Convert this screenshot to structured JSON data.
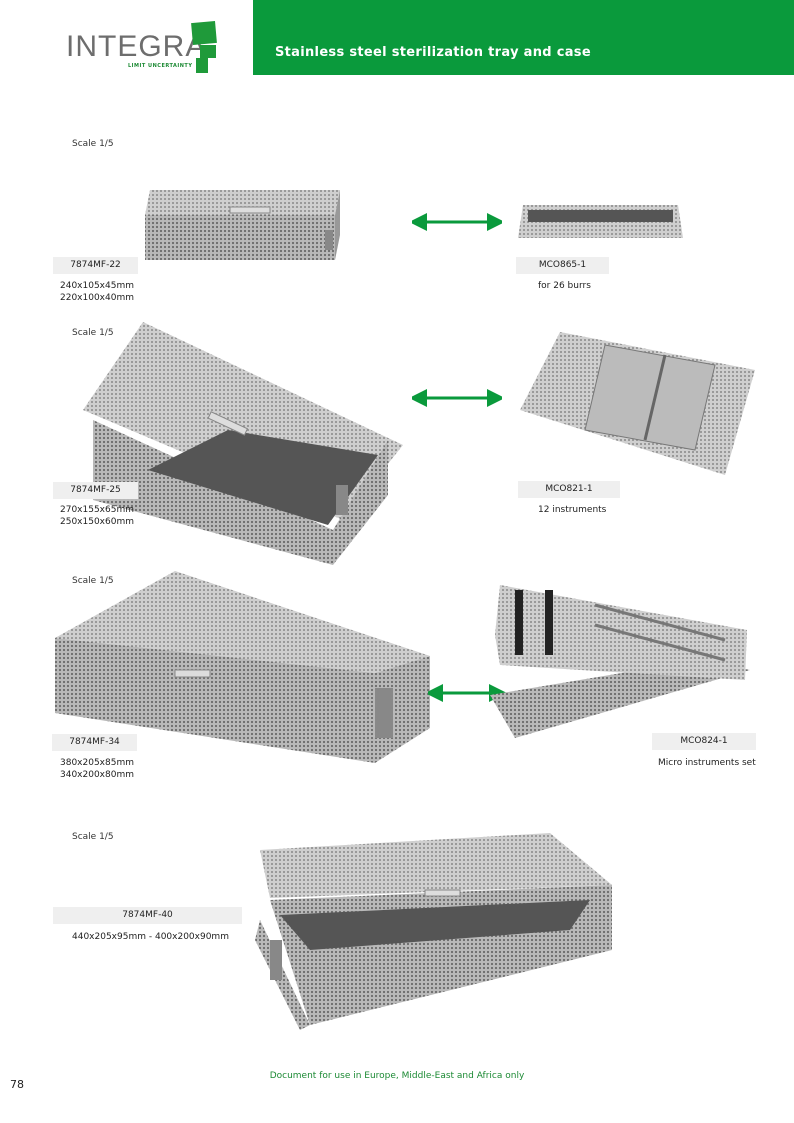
{
  "header": {
    "title": "Stainless steel sterilization tray and case"
  },
  "logo": {
    "name": "INTEGRA",
    "tagline": "LIMIT UNCERTAINTY"
  },
  "products": [
    {
      "scale": "Scale 1/5",
      "code": "7874MF-22",
      "dims": [
        "240x105x45mm",
        "220x100x40mm"
      ],
      "accessory_code": "MCO865-1",
      "accessory_desc": "for 26 burrs"
    },
    {
      "scale": "Scale 1/5",
      "code": "7874MF-25",
      "dims": [
        "270x155x65mm",
        "250x150x60mm"
      ],
      "accessory_code": "MCO821-1",
      "accessory_desc": "12 instruments"
    },
    {
      "scale": "Scale 1/5",
      "code": "7874MF-34",
      "dims": [
        "380x205x85mm",
        "340x200x80mm"
      ],
      "accessory_code": "MCO824-1",
      "accessory_desc": "Micro instruments set"
    },
    {
      "scale": "Scale 1/5",
      "code": "7874MF-40",
      "dims": [
        "440x205x95mm - 400x200x90mm"
      ]
    }
  ],
  "footer": {
    "text": "Document for use in Europe, Middle-East and Africa only",
    "page": "78"
  },
  "colors": {
    "brand": "#0a9a3c"
  }
}
